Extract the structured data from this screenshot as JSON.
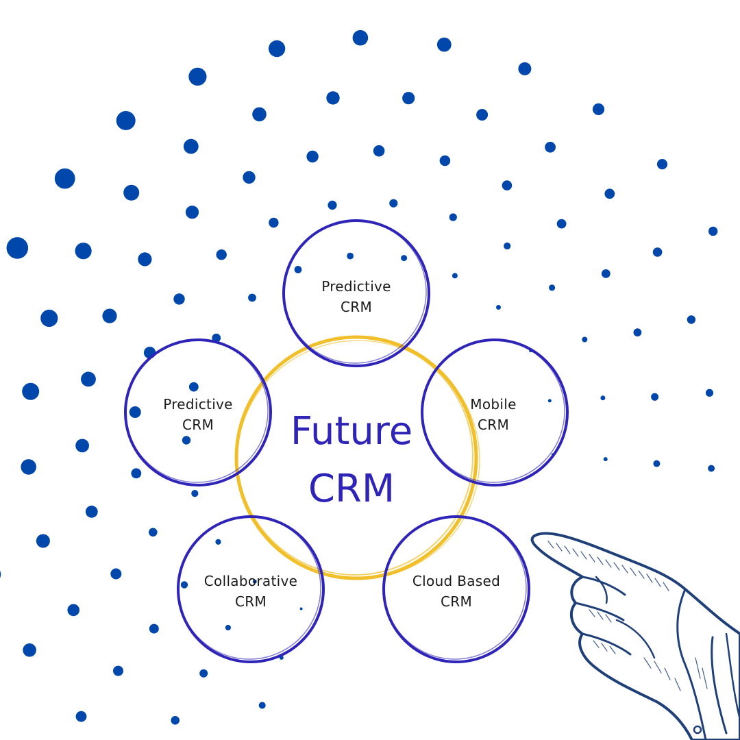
{
  "center": {
    "line1": "Future",
    "line2": "CRM"
  },
  "nodes": [
    {
      "id": "top",
      "line1": "Predictive",
      "line2": "CRM"
    },
    {
      "id": "left",
      "line1": "Predictive",
      "line2": "CRM"
    },
    {
      "id": "right",
      "line1": "Mobile",
      "line2": "CRM"
    },
    {
      "id": "bottom-left",
      "line1": "Collaborative",
      "line2": "CRM"
    },
    {
      "id": "bottom-right",
      "line1": "Cloud Based",
      "line2": "CRM"
    }
  ],
  "colors": {
    "dots": "#0047ab",
    "node_ring": "#2f24b8",
    "center_ring": "#f0bf2a",
    "hand": "#1f3f78",
    "text": "#1a1a1a"
  },
  "icons": {
    "pointer": "pointing-hand-icon"
  }
}
